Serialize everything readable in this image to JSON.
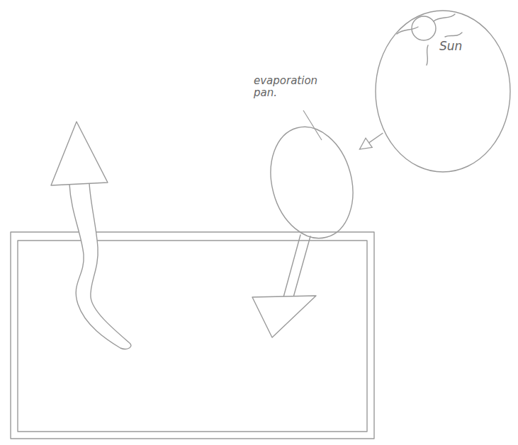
{
  "diagram": {
    "nodes": [
      {
        "text": [
          "Sun"
        ]
      },
      {
        "text": [
          "evaporation pan."
        ]
      }
    ],
    "edges": [
      {
        "from": 0,
        "to": 1,
        "arrow": "to"
      }
    ]
  }
}
